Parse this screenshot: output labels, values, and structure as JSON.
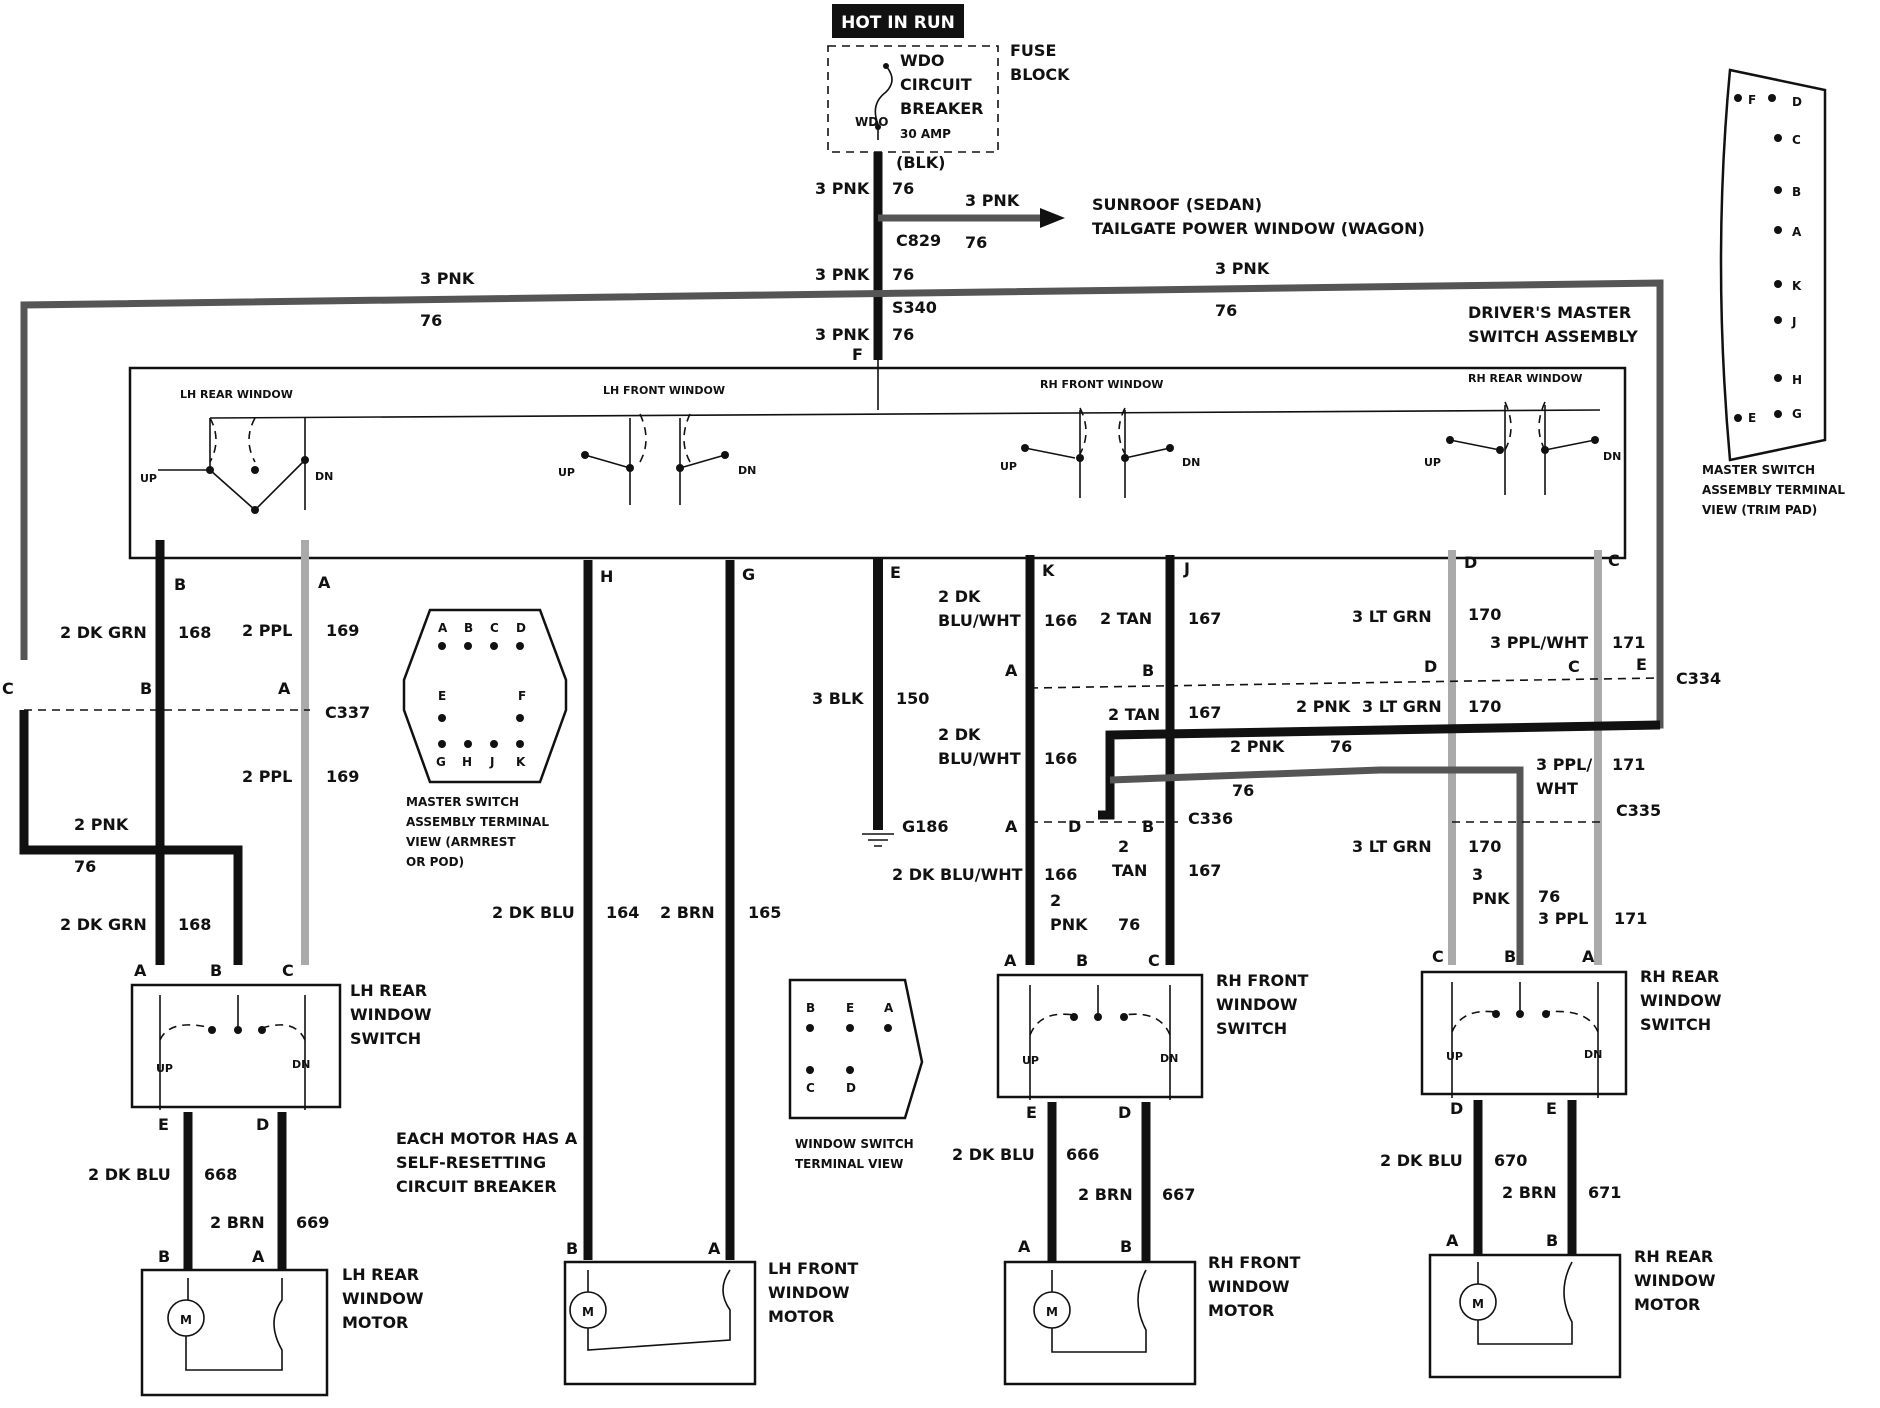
{
  "top": {
    "hot_in_run": "HOT IN RUN",
    "fuse_block": [
      "FUSE",
      "BLOCK"
    ],
    "breaker": [
      "WDO",
      "CIRCUIT",
      "BREAKER",
      "30 AMP"
    ],
    "breaker_inside": "WDO",
    "blk": "(BLK)",
    "sunroof_lines": [
      "SUNROOF (SEDAN)",
      "TAILGATE POWER WINDOW (WAGON)"
    ]
  },
  "wires": {
    "pnk3": "3 PNK",
    "pnk2": "2 PNK",
    "n76": "76",
    "c829": "C829",
    "s340": "S340",
    "blk3": "3 BLK",
    "n150": "150",
    "g186": "G186",
    "dkgrn": "2 DK GRN",
    "n168": "168",
    "ppl2": "2 PPL",
    "n169": "169",
    "c337": "C337",
    "dkblu": "2 DK BLU",
    "brn2": "2 BRN",
    "n164": "164",
    "n165": "165",
    "dkbluwht": [
      "2 DK",
      "BLU/WHT"
    ],
    "dkbluwht_line": "2 DK BLU/WHT",
    "n166": "166",
    "tan2": "2 TAN",
    "tan_split": [
      "2",
      "TAN"
    ],
    "pnk_split": [
      "2",
      "PNK"
    ],
    "n167": "167",
    "ltgrn3": "3 LT GRN",
    "n170": "170",
    "pplwht3": "3 PPL/WHT",
    "pplwht_split": [
      "3 PPL/",
      "WHT"
    ],
    "n171": "171",
    "c334": "C334",
    "c336": "C336",
    "c335": "C335",
    "pnk3_split": [
      "3",
      "PNK"
    ],
    "ppl3": "3 PPL",
    "n668": "668",
    "n669": "669",
    "n666": "666",
    "n667": "667",
    "n670": "670",
    "n671": "671"
  },
  "master": {
    "title": [
      "DRIVER'S MASTER",
      "SWITCH ASSEMBLY"
    ],
    "sections": [
      "LH REAR WINDOW",
      "LH FRONT WINDOW",
      "RH FRONT WINDOW",
      "RH REAR WINDOW"
    ],
    "up": "UP",
    "dn": "DN"
  },
  "pins": [
    "A",
    "B",
    "C",
    "D",
    "E",
    "F",
    "G",
    "H",
    "J",
    "K"
  ],
  "views": {
    "armrest_grid": [
      [
        "A",
        "B",
        "C",
        "D"
      ],
      [
        "E",
        "F"
      ],
      [
        "G",
        "H",
        "J",
        "K"
      ]
    ],
    "armrest_caption": [
      "MASTER SWITCH",
      "ASSEMBLY TERMINAL",
      "VIEW (ARMREST",
      "OR POD)"
    ],
    "trim_pins": [
      "F",
      "D",
      "C",
      "B",
      "A",
      "K",
      "J",
      "H",
      "E",
      "G"
    ],
    "trim_caption": [
      "MASTER SWITCH",
      "ASSEMBLY TERMINAL",
      "VIEW (TRIM PAD)"
    ],
    "window_pins": [
      "B",
      "E",
      "A",
      "C",
      "D"
    ],
    "window_caption": [
      "WINDOW SWITCH",
      "TERMINAL VIEW"
    ]
  },
  "switches": {
    "lh_rear": [
      "LH REAR",
      "WINDOW",
      "SWITCH"
    ],
    "rh_front": [
      "RH FRONT",
      "WINDOW",
      "SWITCH"
    ],
    "rh_rear": [
      "RH REAR",
      "WINDOW",
      "SWITCH"
    ]
  },
  "motors": {
    "lh_rear": [
      "LH REAR",
      "WINDOW",
      "MOTOR"
    ],
    "lh_front": [
      "LH FRONT",
      "WINDOW",
      "MOTOR"
    ],
    "rh_front": [
      "RH FRONT",
      "WINDOW",
      "MOTOR"
    ],
    "rh_rear": [
      "RH REAR",
      "WINDOW",
      "MOTOR"
    ],
    "m": "M"
  },
  "note": [
    "EACH MOTOR HAS A",
    "SELF-RESETTING",
    "CIRCUIT BREAKER"
  ]
}
